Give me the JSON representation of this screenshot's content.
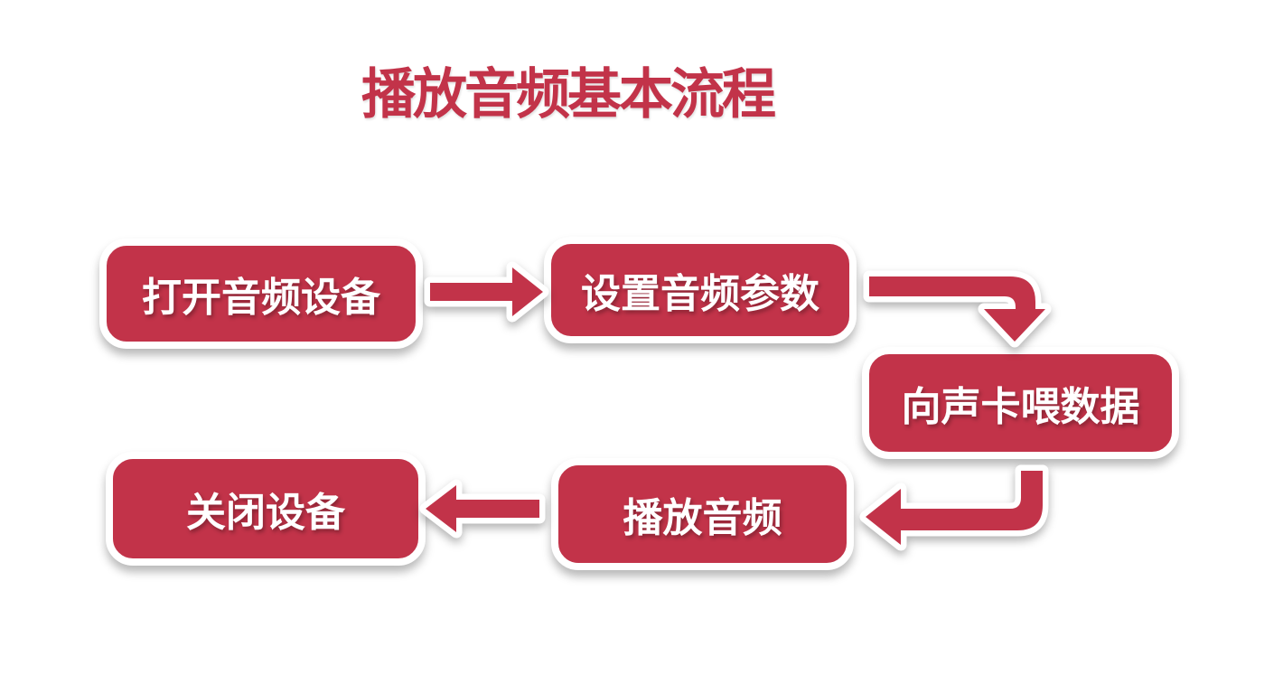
{
  "title": "播放音频基本流程",
  "colors": {
    "accent": "#C23349",
    "bg": "#FFFFFF",
    "box_text": "#FFFFFF",
    "box_border": "#FFFFFF"
  },
  "flow": {
    "nodes": [
      {
        "label": "打开音频设备"
      },
      {
        "label": "设置音频参数"
      },
      {
        "label": "向声卡喂数据"
      },
      {
        "label": "播放音频"
      },
      {
        "label": "关闭设备"
      }
    ],
    "edges": [
      {
        "from": "打开音频设备",
        "to": "设置音频参数",
        "shape": "straight-right"
      },
      {
        "from": "设置音频参数",
        "to": "向声卡喂数据",
        "shape": "elbow-right-down"
      },
      {
        "from": "向声卡喂数据",
        "to": "播放音频",
        "shape": "elbow-down-left"
      },
      {
        "from": "播放音频",
        "to": "关闭设备",
        "shape": "straight-left"
      }
    ]
  }
}
